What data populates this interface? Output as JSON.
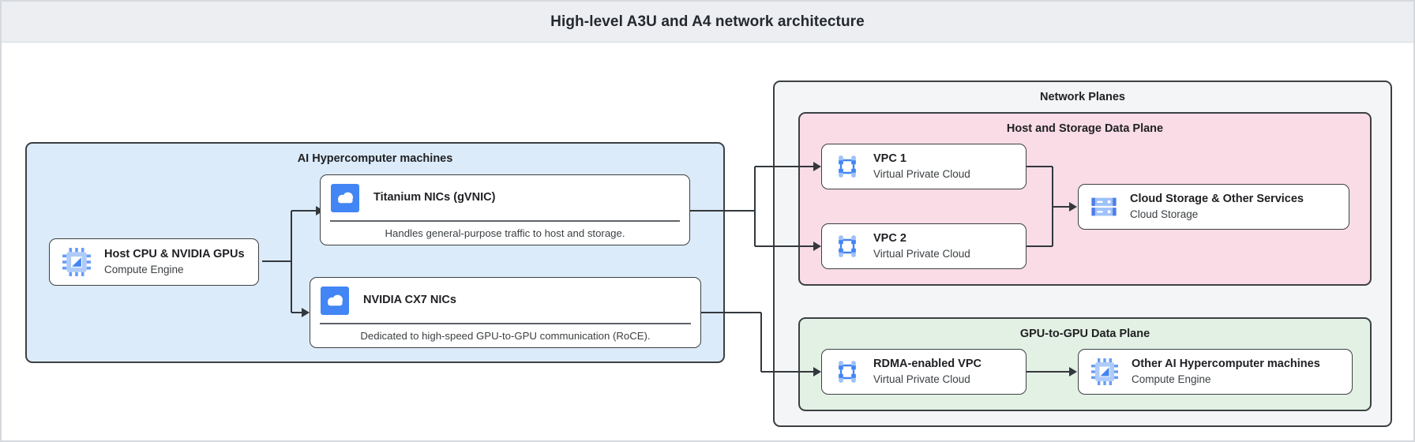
{
  "header": {
    "title": "High-level A3U and A4 network architecture"
  },
  "machines": {
    "label": "AI Hypercomputer machines",
    "host": {
      "title": "Host CPU & NVIDIA GPUs",
      "subtitle": "Compute Engine",
      "icon": "compute-engine-icon"
    },
    "titanium": {
      "title": "Titanium NICs (gVNIC)",
      "description": "Handles general-purpose traffic to host and storage.",
      "icon": "cloud-icon"
    },
    "cx7": {
      "title": "NVIDIA CX7 NICs",
      "description": "Dedicated to high-speed GPU-to-GPU communication (RoCE).",
      "icon": "cloud-icon"
    }
  },
  "planes": {
    "label": "Network Planes",
    "host_storage": {
      "label": "Host and Storage Data Plane",
      "vpc1": {
        "title": "VPC 1",
        "subtitle": "Virtual Private Cloud",
        "icon": "vpc-icon"
      },
      "vpc2": {
        "title": "VPC 2",
        "subtitle": "Virtual Private Cloud",
        "icon": "vpc-icon"
      },
      "storage": {
        "title": "Cloud Storage & Other Services",
        "subtitle": "Cloud Storage",
        "icon": "cloud-storage-icon"
      }
    },
    "gpu": {
      "label": "GPU-to-GPU Data Plane",
      "rdma": {
        "title": "RDMA-enabled VPC",
        "subtitle": "Virtual Private Cloud",
        "icon": "vpc-icon"
      },
      "other": {
        "title": "Other AI Hypercomputer machines",
        "subtitle": "Compute Engine",
        "icon": "compute-engine-icon"
      }
    }
  },
  "colors": {
    "accent_blue": "#4285f4",
    "icon_light_blue": "#9ec1fa",
    "container_blue": "#dcebfa",
    "container_pink": "#f9dce6",
    "container_green": "#e3f1e4",
    "container_gray": "#f4f5f6",
    "header_band": "#eceef1",
    "border_dark": "#3c4043",
    "connector": "#33383d"
  }
}
